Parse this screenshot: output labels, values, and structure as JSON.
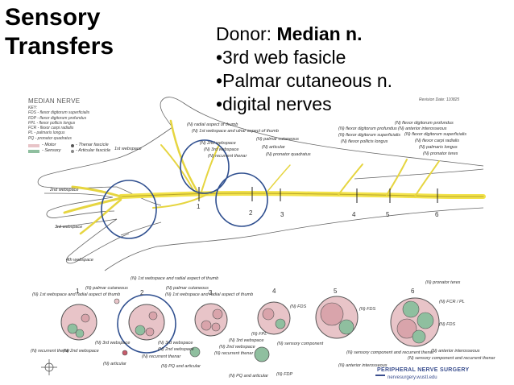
{
  "title": {
    "line1": "Sensory",
    "line2": "Transfers"
  },
  "donor": {
    "label": "Donor: ",
    "nerve": "Median n.",
    "bullets": [
      "•3rd web fasicle",
      "•Palmar cutaneous n.",
      "•digital nerves"
    ]
  },
  "figure": {
    "key_title": "MEDIAN NERVE",
    "key_lines": [
      "KEY:",
      "FDS - flexor digitorum superficialis",
      "FDP - flexor digitorum profundus",
      "FPL - flexor pollicis longus",
      "FCR - flexor carpi radialis",
      "PL - palmaris longus",
      "PQ - pronator quadratus"
    ],
    "legend_motor": "- Motor",
    "legend_sensory": "- Sensory",
    "legend_thenar": "- Thenar fascicle",
    "legend_articular": "- Articular fascicle",
    "revision": "Revision Date: 110825",
    "section_numbers": [
      "1",
      "2",
      "3",
      "4",
      "5",
      "6"
    ],
    "labels": {
      "radial_thumb": "(N) radial aspect of thumb",
      "web1": "(N) 1st webspace and ulnar aspect of thumb",
      "web2": "(N) 2nd webspace",
      "web3": "(N) 3rd webspace",
      "rec_thenar": "(N) recurrent thenar",
      "palmar_cut": "(N) palmar cutaneous",
      "articular": "(N) articular",
      "pq": "(N) pronator quadratus",
      "fdp": "(N) flexor digitorum profundus",
      "fds": "(N) flexor digitorum superficialis",
      "fpl": "(N) flexor pollicis longus",
      "fdp2": "(N) flexor digitorum profundus",
      "ant_inteross": "(N) anterior interosseous",
      "fcr": "(N) flexor carpi radialis",
      "palmaris": "(N) palmaris longus",
      "pt": "(N) pronator teres",
      "first_web_hand": "1st webspace",
      "second_web_hand": "2nd webspace",
      "third_web_hand": "3rd webspace",
      "fourth_web_hand": "4th webspace"
    },
    "cross_labels": {
      "palmar_cut": "(N) palmar cutaneous",
      "web1": "(N) 1st webspace and radial aspect of thumb",
      "web1b": "(N) 1st webspace and radial aspect of thumb",
      "palmar_cut2": "(N) palmar cutaneous",
      "web1c": "(N) 1st webspace and radial aspect of thumb",
      "web3": "(N) 3rd webspace",
      "web2": "(N) 2nd webspace",
      "rec_thenar": "(N) recurrent thenar",
      "web3b": "(N) 3rd webspace",
      "web2b": "(N) 2nd webspace",
      "rec_thenar2": "(N) recurrent thenar",
      "articular": "(N) articular",
      "pq_art": "(N) PQ and articular",
      "fds": "(N) FDS",
      "fpl": "(N) FPL",
      "web3c": "(N) 3rd webspace",
      "web2c": "(N) 2nd webspace",
      "rec_thenar3": "(N) recurrent thenar",
      "sensory": "(N) sensory component",
      "pq_art2": "(N) PQ and articular",
      "fdp": "(N) FDP",
      "fds2": "(N) FDS",
      "sens_rec": "(N) sensory component and recurrent thenar",
      "ant_int": "(N) anterior interosseous",
      "pt": "(N) pronator teres",
      "fcr_pl": "(N) FCR / PL",
      "fds3": "(N) FDS",
      "ant_int2": "(N) anterior interosseous",
      "sens_rec2": "(N) sensory component and recurrent thenar"
    },
    "brand": "PERIPHERAL NERVE SURGERY",
    "brand_url": "nervesurgery.wustl.edu"
  },
  "colors": {
    "nerve": "#f2e24a",
    "motor": "#e8c4c8",
    "sensory": "#8fbf9f",
    "circle": "#2f4f8f"
  }
}
